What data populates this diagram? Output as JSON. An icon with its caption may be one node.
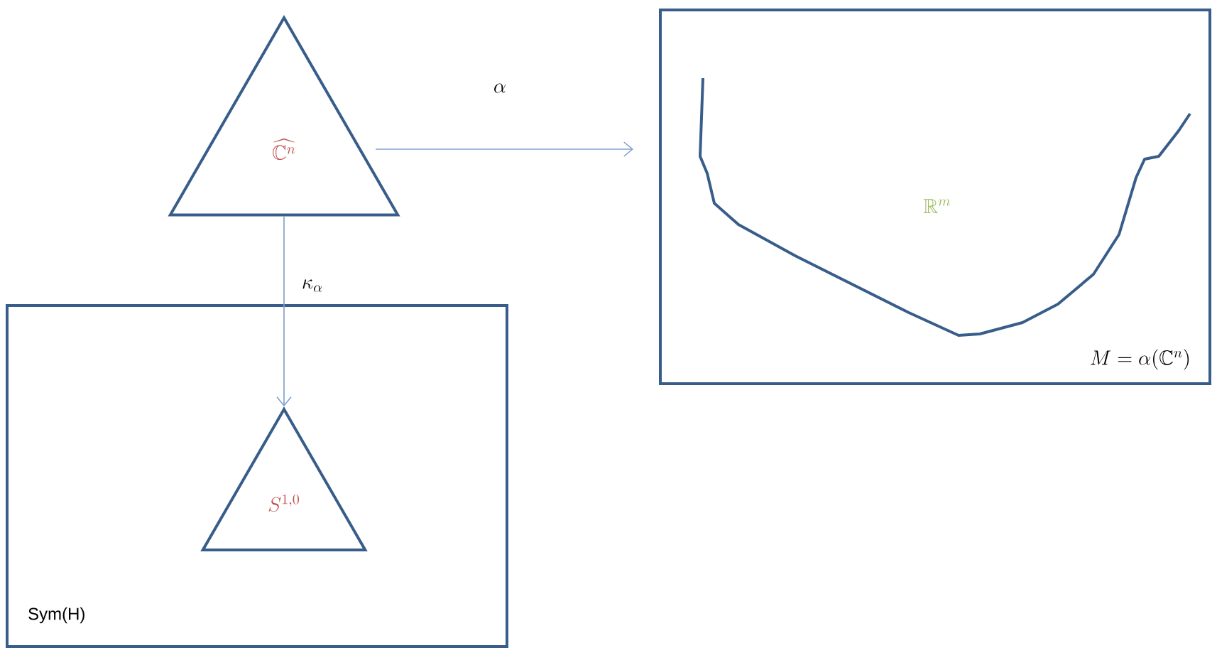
{
  "diagram": {
    "nodes": [
      {
        "text": [
          "\\widehat{\\mathbb{C}^n}"
        ]
      },
      {
        "text": [
          "\\mathbb{R}^m",
          "M = \\alpha(\\mathbb{C}^n)"
        ]
      },
      {
        "text": [
          "Sym(H)"
        ]
      },
      {
        "text": [
          "S^{1,0}"
        ],
        "in": 2
      }
    ],
    "edges": [
      {
        "from": 0,
        "to": 1,
        "arrow": "to",
        "label": "\\alpha"
      },
      {
        "from": 0,
        "to": 3,
        "arrow": "to",
        "label": "\\kappa_\\alpha"
      }
    ]
  }
}
